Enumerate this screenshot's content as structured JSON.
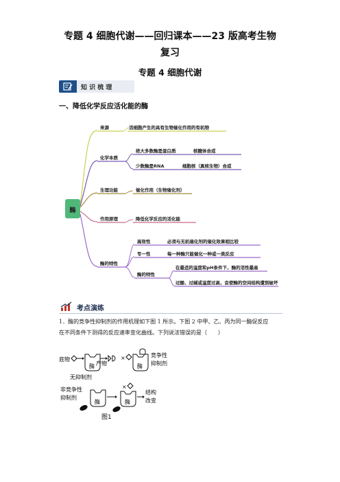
{
  "doc": {
    "title_line1": "专题 4  细胞代谢——回归课本——23 版高考生物",
    "title_line2": "复习",
    "subtitle": "专题 4  细胞代谢",
    "badge_label": "知 识 梳 理",
    "section_heading": "一、降低化学反应活化能的酶"
  },
  "mindmap": {
    "root": "酶",
    "colors": {
      "root": "#4fb879",
      "b1": "#c9d24a",
      "b2": "#7a5ab3",
      "b3": "#a58a3a",
      "b4": "#c76a8c",
      "b5": "#9a6bc8"
    },
    "branches": [
      {
        "label": "来源",
        "items": [
          "活细胞产生的具有生物催化作用的有机物"
        ]
      },
      {
        "label": "化学本质",
        "items": [
          "绝大多数酶是蛋白质",
          "核糖体合成",
          "少数酶是RNA",
          "细胞核（真核生物）合成"
        ]
      },
      {
        "label": "生理功能",
        "items": [
          "催化作用（生物催化剂）"
        ]
      },
      {
        "label": "作用原理",
        "items": [
          "降低化学反应的活化能"
        ]
      },
      {
        "label": "酶的特性",
        "items": [
          "高效性",
          "必须与无机催化剂的催化效果相比较",
          "专一性",
          "每一种酶只能催化一种或一类反应",
          "酶的特性",
          "在最适的温度和pH条件下，酶的活性最高",
          "过酸、过碱或温度过高，会使酶的空间结构遭到破坏"
        ]
      }
    ]
  },
  "practice": {
    "label": "考点演练",
    "question_line1": "1．酶的竞争性抑制剂的作用机理如下图 1 所示。下图 2 中甲、乙、丙为同一酶促反应",
    "question_line2": "在不同条件下测得的反应速率变化曲线。下列说法错误的是（　　）"
  },
  "figure": {
    "substrate": "底物",
    "product": "产物",
    "enzyme": "酶",
    "no_inhibitor": "无抑制剂",
    "competitive_1": "竞争性",
    "competitive_2": "抑制剂",
    "noncompetitive_1": "非竞争性",
    "noncompetitive_2": "抑制剂",
    "structure_1": "结构",
    "structure_2": "改变",
    "caption": "图1"
  }
}
